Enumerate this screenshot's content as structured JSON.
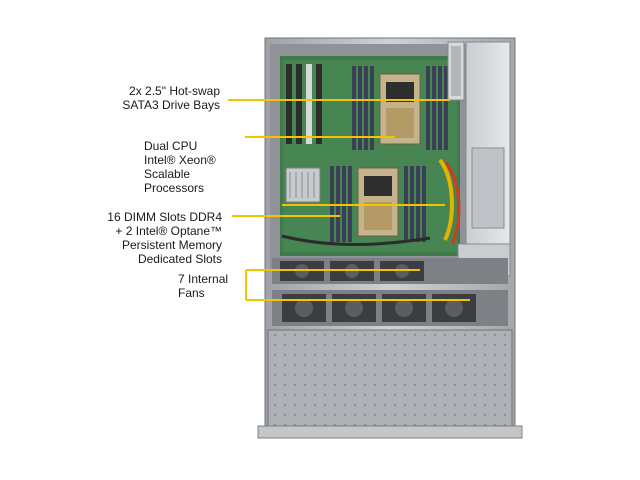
{
  "callouts": [
    {
      "id": "drive-bays",
      "text": "2x 2.5\" Hot-swap\nSATA3 Drive Bays"
    },
    {
      "id": "cpu",
      "text": "Dual CPU\nIntel® Xeon® Scalable\nProcessors"
    },
    {
      "id": "dimm",
      "text": "16 DIMM Slots DDR4\n+ 2 Intel® Optane™\nPersistent Memory\nDedicated Slots"
    },
    {
      "id": "fans",
      "text": "7 Internal\nFans"
    }
  ],
  "colors": {
    "callout_line": "#f5c400",
    "chassis": "#b9bcbf",
    "board": "#3f7a4a",
    "dimm": "#3a3f55"
  }
}
